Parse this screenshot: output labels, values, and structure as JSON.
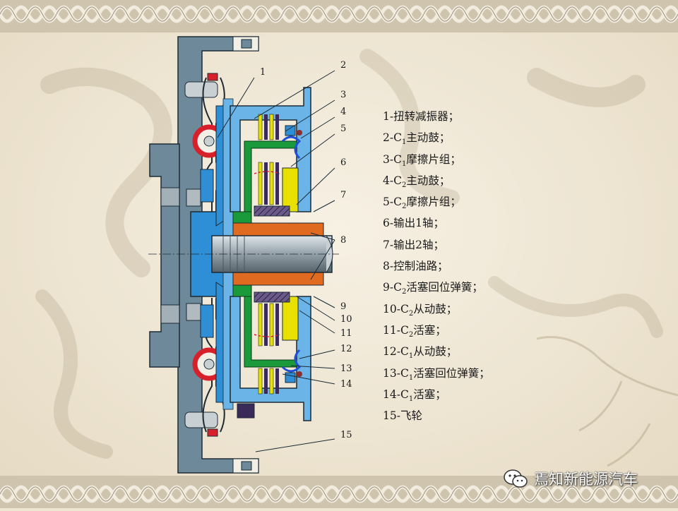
{
  "callouts": [
    "1",
    "2",
    "3",
    "4",
    "5",
    "6",
    "7",
    "8",
    "9",
    "10",
    "11",
    "12",
    "13",
    "14",
    "15"
  ],
  "legend": [
    {
      "num": "1",
      "sep": "-",
      "text": "扭转减振器；",
      "sub": ""
    },
    {
      "num": "2",
      "sep": "-",
      "text": "C",
      "sub": "1",
      "rest": "主动鼓；"
    },
    {
      "num": "3",
      "sep": "-",
      "text": "C",
      "sub": "1",
      "rest": "摩擦片组；"
    },
    {
      "num": "4",
      "sep": "-",
      "text": "C",
      "sub": "2",
      "rest": "主动鼓；"
    },
    {
      "num": "5",
      "sep": "-",
      "text": "C",
      "sub": "2",
      "rest": "摩擦片组；"
    },
    {
      "num": "6",
      "sep": "-",
      "text": "输出1轴；",
      "sub": ""
    },
    {
      "num": "7",
      "sep": "-",
      "text": "输出2轴；",
      "sub": ""
    },
    {
      "num": "8",
      "sep": "-",
      "text": "控制油路；",
      "sub": ""
    },
    {
      "num": "9",
      "sep": "-",
      "text": "C",
      "sub": "2",
      "rest": "活塞回位弹簧；"
    },
    {
      "num": "10",
      "sep": "-",
      "text": "C",
      "sub": "2",
      "rest": "从动鼓；"
    },
    {
      "num": "11",
      "sep": "-",
      "text": "C",
      "sub": "2",
      "rest": "活塞；"
    },
    {
      "num": "12",
      "sep": "-",
      "text": "C",
      "sub": "1",
      "rest": "从动鼓；"
    },
    {
      "num": "13",
      "sep": "-",
      "text": "C",
      "sub": "1",
      "rest": "活塞回位弹簧；"
    },
    {
      "num": "14",
      "sep": "-",
      "text": "C",
      "sub": "1",
      "rest": "活塞；"
    },
    {
      "num": "15",
      "sep": "-",
      "text": "飞轮",
      "sub": ""
    }
  ],
  "watermark": {
    "text": "焉知新能源汽车",
    "icon": "wechat-icon"
  },
  "colors": {
    "frame": "#6e8a9a",
    "shaft": "#a4b0b8",
    "hub": "#2e8fd6",
    "drum": "#1a9a3a",
    "pads": "#e8e000",
    "spring": "#d8202a",
    "output": "#e06a20",
    "dark": "#3a2a5a"
  }
}
